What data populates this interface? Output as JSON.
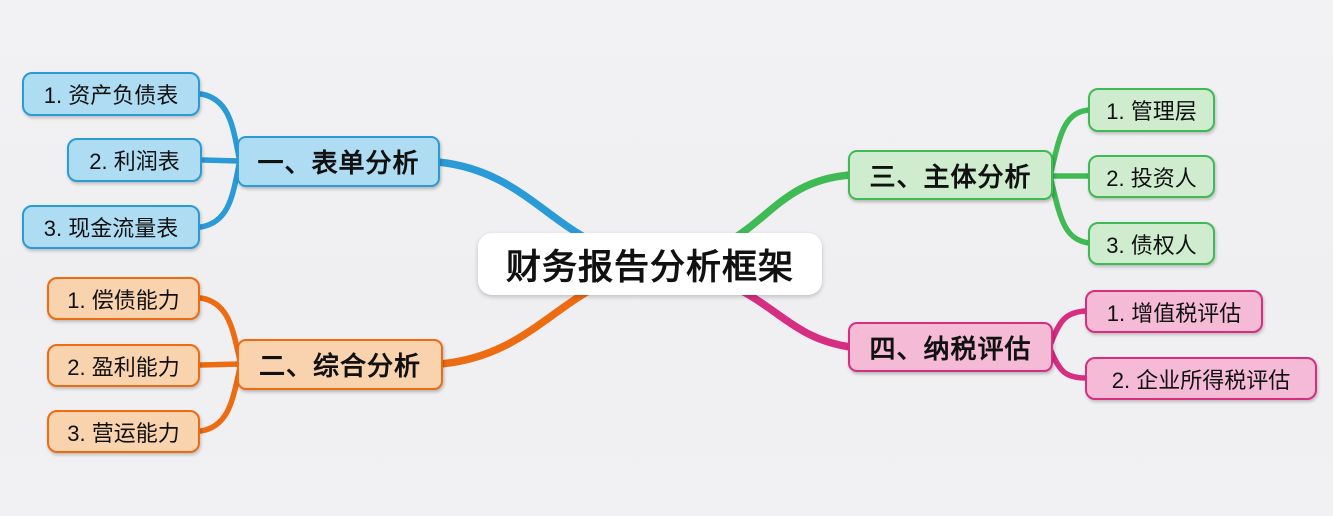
{
  "title": "财务报告分析框架",
  "colors": {
    "background": "#f1f1f3",
    "center_fill": "#ffffff",
    "text": "#111111"
  },
  "center": {
    "label": "财务报告分析框架"
  },
  "branches": [
    {
      "id": "form-analysis",
      "label": "一、表单分析",
      "color": "#2b9bd7",
      "fill": "#aedcf2",
      "children": [
        {
          "label": "1. 资产负债表"
        },
        {
          "label": "2. 利润表"
        },
        {
          "label": "3. 现金流量表"
        }
      ]
    },
    {
      "id": "comprehensive-analysis",
      "label": "二、综合分析",
      "color": "#ed6c12",
      "fill": "#f9d2ae",
      "children": [
        {
          "label": "1. 偿债能力"
        },
        {
          "label": "2. 盈利能力"
        },
        {
          "label": "3. 营运能力"
        }
      ]
    },
    {
      "id": "subject-analysis",
      "label": "三、主体分析",
      "color": "#3fba55",
      "fill": "#cfeccf",
      "children": [
        {
          "label": "1. 管理层"
        },
        {
          "label": "2. 投资人"
        },
        {
          "label": "3. 债权人"
        }
      ]
    },
    {
      "id": "tax-assessment",
      "label": "四、纳税评估",
      "color": "#d82e82",
      "fill": "#f4bad6",
      "children": [
        {
          "label": "1. 增值税评估"
        },
        {
          "label": "2. 企业所得税评估"
        }
      ]
    }
  ]
}
